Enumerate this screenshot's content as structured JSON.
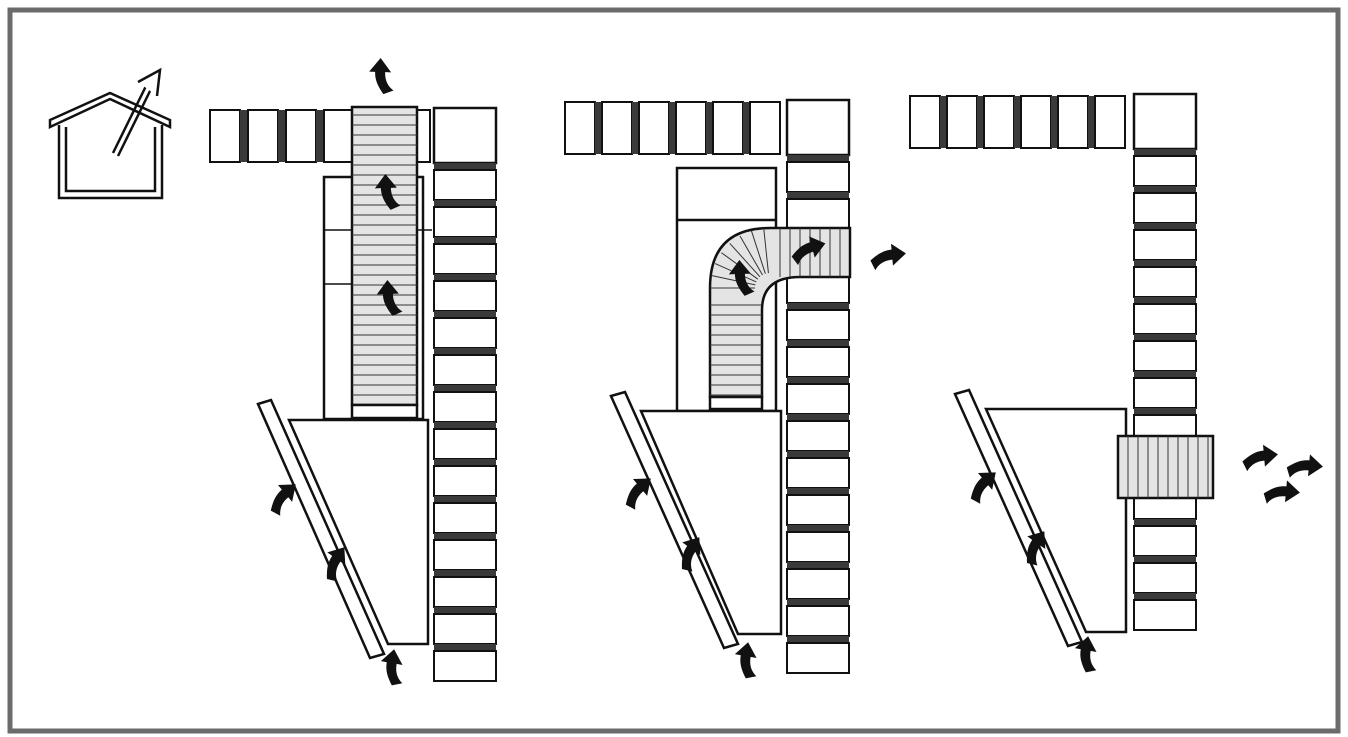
{
  "figure": {
    "frame_color": "#6b6b6b",
    "line_color": "#111111",
    "duct_fill": "#e4e4e4",
    "mortar_color": "#3a3a3a",
    "icon": "house-vent-outside-icon",
    "panels": [
      {
        "id": "panel-chimney",
        "mode": "vertical-duct-exhaust-through-roof",
        "arrow_icon": "airflow-arrow-icon"
      },
      {
        "id": "panel-bend",
        "mode": "bent-duct-exhaust-through-wall",
        "arrow_icon": "airflow-arrow-icon"
      },
      {
        "id": "panel-wall",
        "mode": "direct-wall-outlet-exhaust",
        "arrow_icon": "airflow-arrow-icon"
      }
    ]
  }
}
